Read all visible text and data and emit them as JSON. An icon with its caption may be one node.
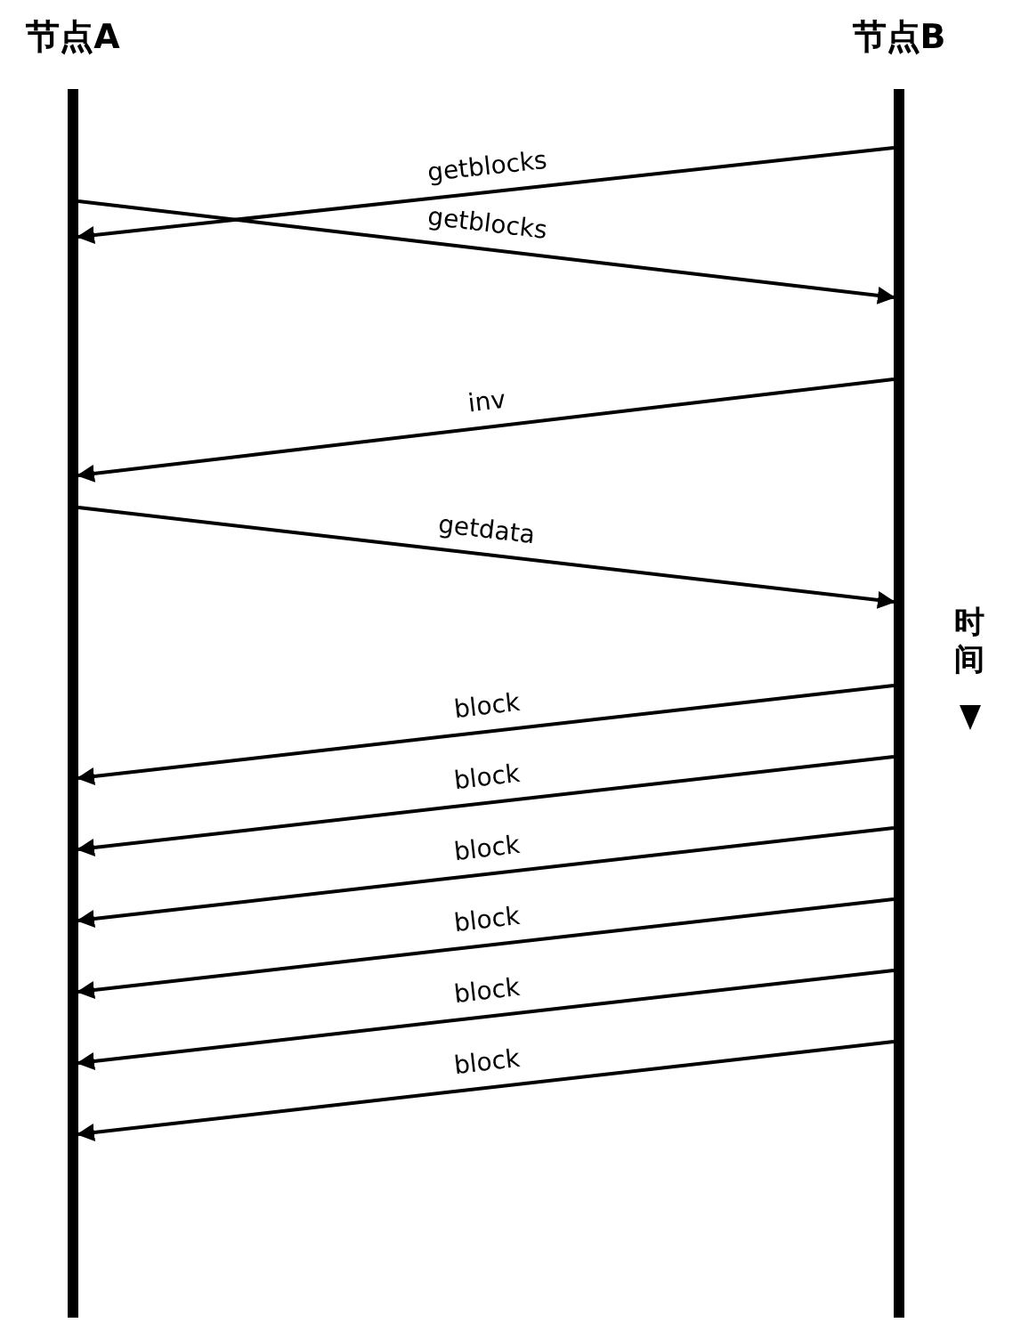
{
  "diagram": {
    "nodes": [
      {
        "text": [
          "节点A"
        ]
      },
      {
        "text": [
          "节点B"
        ]
      }
    ],
    "edges": [
      {
        "from": 1,
        "to": 0,
        "arrow": "to",
        "label": "getblocks"
      },
      {
        "from": 0,
        "to": 1,
        "arrow": "to",
        "label": "getblocks"
      },
      {
        "from": 1,
        "to": 0,
        "arrow": "to",
        "label": "inv"
      },
      {
        "from": 0,
        "to": 1,
        "arrow": "to",
        "label": "getdata"
      },
      {
        "from": 1,
        "to": 0,
        "arrow": "to",
        "label": "block"
      },
      {
        "from": 1,
        "to": 0,
        "arrow": "to",
        "label": "block"
      },
      {
        "from": 1,
        "to": 0,
        "arrow": "to",
        "label": "block"
      },
      {
        "from": 1,
        "to": 0,
        "arrow": "to",
        "label": "block"
      },
      {
        "from": 1,
        "to": 0,
        "arrow": "to",
        "label": "block"
      },
      {
        "from": 1,
        "to": 0,
        "arrow": "to",
        "label": "block"
      }
    ],
    "labels": [
      "时间"
    ]
  }
}
